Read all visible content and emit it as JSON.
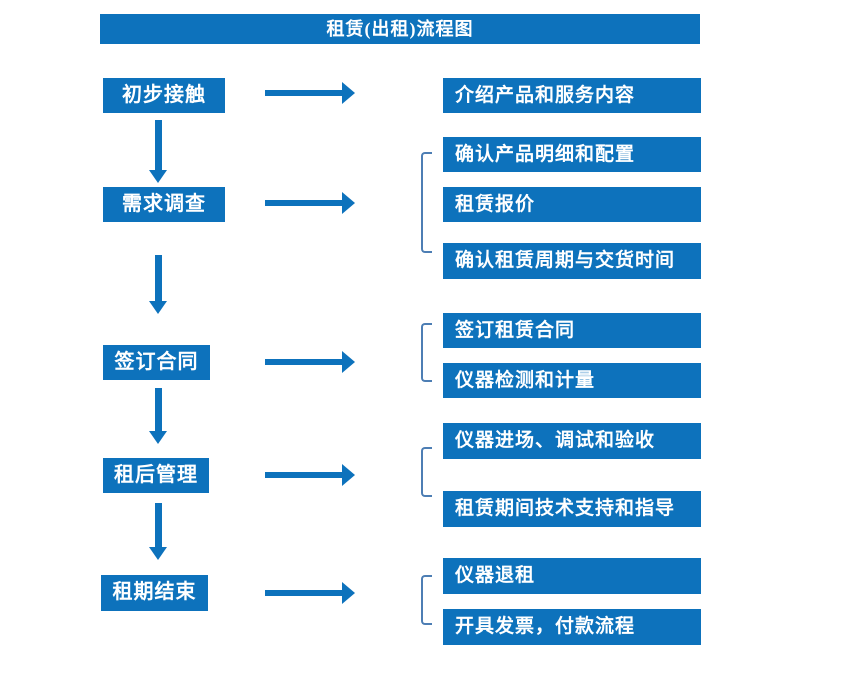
{
  "title": "租赁(出租)流程图",
  "colors": {
    "box_blue": "#0d72bc",
    "bracket_blue": "#4d7eb4",
    "text_white": "#ffffff",
    "background": "#ffffff"
  },
  "steps": [
    {
      "label": "初步接触",
      "details": [
        "介绍产品和服务内容"
      ]
    },
    {
      "label": "需求调查",
      "details": [
        "确认产品明细和配置",
        "租赁报价",
        "确认租赁周期与交货时间"
      ]
    },
    {
      "label": "签订合同",
      "details": [
        "签订租赁合同",
        "仪器检测和计量"
      ]
    },
    {
      "label": "租后管理",
      "details": [
        "仪器进场、调试和验收",
        "租赁期间技术支持和指导"
      ]
    },
    {
      "label": "租期结束",
      "details": [
        "仪器退租",
        "开具发票，付款流程"
      ]
    }
  ]
}
